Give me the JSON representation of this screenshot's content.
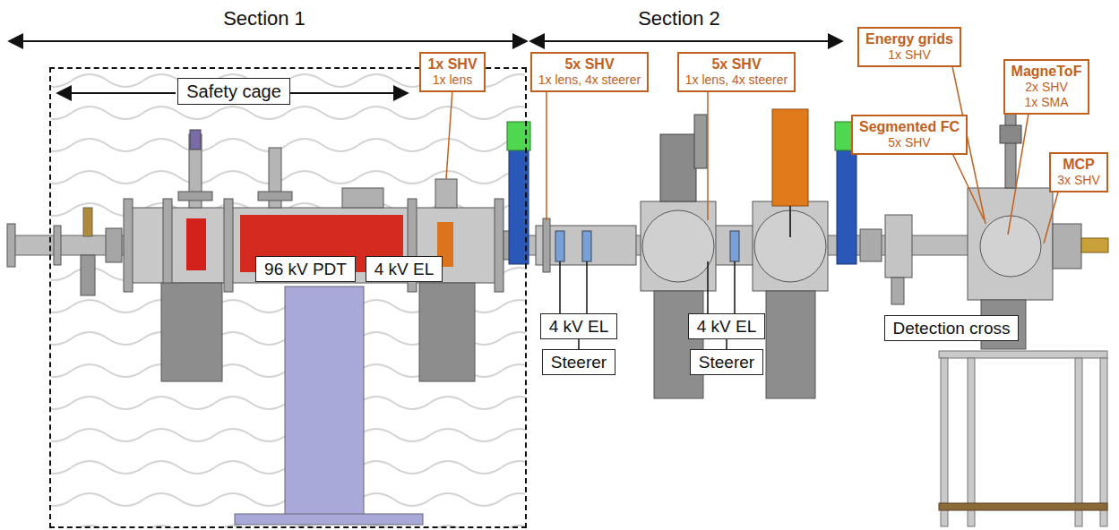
{
  "diagram": {
    "nodes": [
      {
        "text": [
          "Safety cage"
        ]
      },
      {
        "text": [
          "1x SHV",
          "1x lens"
        ],
        "in": 0
      },
      {
        "text": [
          "96 kV PDT"
        ],
        "in": 0
      },
      {
        "text": [
          "4 kV EL"
        ],
        "in": 0
      },
      {
        "text": [
          "5x SHV",
          "1x lens, 4x steerer"
        ]
      },
      {
        "text": [
          "5x SHV",
          "1x lens, 4x steerer"
        ]
      },
      {
        "text": [
          "4 kV EL"
        ]
      },
      {
        "text": [
          "Steerer"
        ]
      },
      {
        "text": [
          "4 kV EL"
        ]
      },
      {
        "text": [
          "Steerer"
        ]
      },
      {
        "text": [
          "Energy grids",
          "1x SHV"
        ]
      },
      {
        "text": [
          "Segmented FC",
          "5x SHV"
        ]
      },
      {
        "text": [
          "MagneToF",
          "2x SHV 1x SMA"
        ]
      },
      {
        "text": [
          "MCP",
          "3x SHV"
        ]
      },
      {
        "text": [
          "Detection cross"
        ]
      }
    ],
    "edges": [
      {
        "from": 6,
        "to": 7,
        "arrow": "none"
      },
      {
        "from": 8,
        "to": 9,
        "arrow": "none"
      }
    ],
    "labels": [
      "Section 1",
      "Section 2"
    ]
  }
}
